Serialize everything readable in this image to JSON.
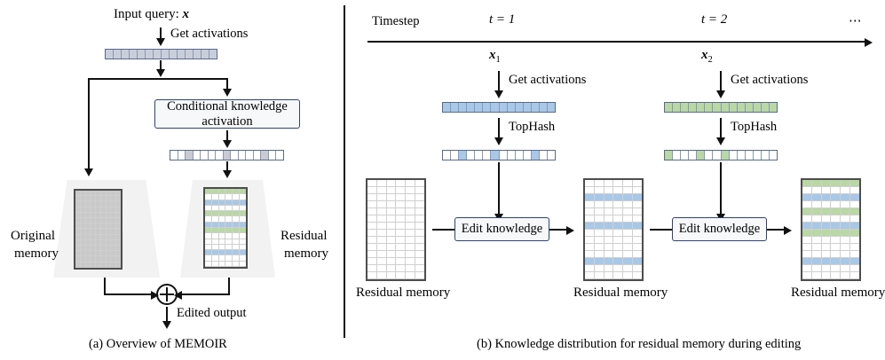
{
  "figure": {
    "panel_a": {
      "caption": "(a) Overview of MEMOIR",
      "input_label": "Input query:",
      "input_symbol": "x",
      "get_activations": "Get activations",
      "process_box": "Conditional knowledge activation",
      "original_memory_label_line1": "Original",
      "original_memory_label_line2": "memory",
      "residual_memory_label_line1": "Residual",
      "residual_memory_label_line2": "memory",
      "edited_output": "Edited output",
      "sum_symbol": "plus-circle",
      "activation_vector": {
        "cells": 14,
        "fill": "#c9cedb",
        "highlights": []
      },
      "masked_vector": {
        "cells": 15,
        "fill": "#ffffff",
        "highlight_fill": "#c9cbd0",
        "highlights": [
          3,
          8,
          13
        ]
      },
      "original_memory_grid": {
        "rows": 14,
        "cols": 9,
        "fill": "#c9c9c9",
        "highlight_rows": []
      },
      "residual_memory_grid": {
        "rows": 14,
        "cols": 6,
        "fill": "#ffffff",
        "green_rows": [
          1,
          5,
          8
        ],
        "blue_rows": [
          3,
          7,
          12
        ]
      }
    },
    "panel_b": {
      "caption": "(b) Knowledge distribution for residual memory during editing",
      "timestep_label": "Timestep",
      "timestep_1": "t = 1",
      "timestep_2": "t = 2",
      "ellipsis": "⋯",
      "query_1": "x",
      "query_1_sub": "1",
      "query_2": "x",
      "query_2_sub": "2",
      "get_activations": "Get activations",
      "tophash": "TopHash",
      "edit_knowledge": "Edit knowledge",
      "residual_memory": "Residual memory",
      "colors": {
        "blue": "#a8c8e8",
        "green": "#b9d8a4",
        "gray": "#c9cedb",
        "box_border": "#2e4272",
        "line": "#111111"
      },
      "activation_vector_t1": {
        "cells": 14,
        "fill": "#a8c8e8"
      },
      "activation_vector_t2": {
        "cells": 14,
        "fill": "#b9d8a4"
      },
      "tophash_vector_t1": {
        "cells": 14,
        "fill": "#ffffff",
        "highlight_fill": "#a8c8e8",
        "highlights": [
          3,
          7,
          12
        ]
      },
      "tophash_vector_t2": {
        "cells": 14,
        "fill": "#ffffff",
        "highlight_fill": "#b9d8a4",
        "highlights": [
          1,
          5,
          8
        ]
      },
      "memory_grid_0": {
        "rows": 14,
        "cols": 6,
        "blue_rows": [],
        "green_rows": []
      },
      "memory_grid_1": {
        "rows": 14,
        "cols": 6,
        "blue_rows": [
          3,
          7,
          12
        ],
        "green_rows": []
      },
      "memory_grid_2": {
        "rows": 14,
        "cols": 6,
        "blue_rows": [
          3,
          7,
          12
        ],
        "green_rows": [
          1,
          5,
          8
        ]
      }
    }
  }
}
